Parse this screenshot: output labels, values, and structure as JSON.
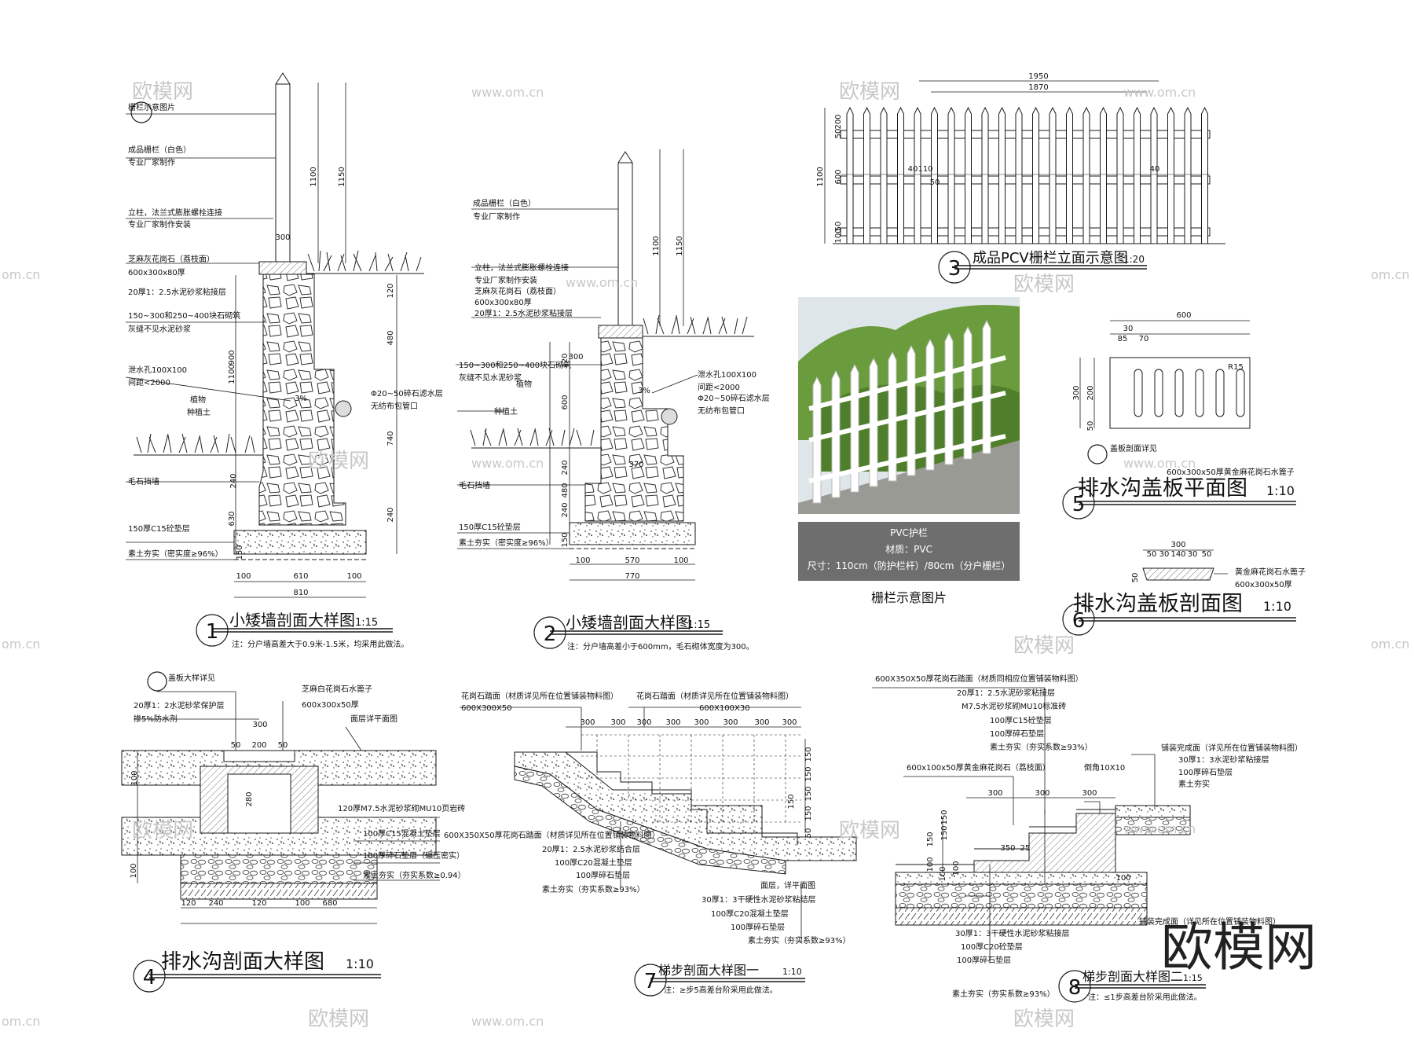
{
  "watermark": {
    "brand": "欧模网",
    "site": "www.om.cn",
    "edge": "om.cn"
  },
  "colors": {
    "line": "#1a1a1a",
    "hatch": "#555555",
    "fill": "#d9d9d9",
    "photo_sky": "#dfe6ea",
    "photo_leaf": "#6a9b3c",
    "caption_bg": "#6e6e6e"
  },
  "d1": {
    "num": "1",
    "title": "小矮墙剖面大样图",
    "scale": "1:15",
    "note": "注：分户墙高差大于0.9米-1.5米，均采用此做法。",
    "labels": [
      "栅栏示意图片",
      "成品栅栏（白色）",
      "专业厂家制作",
      "立柱，法兰式膨胀螺栓连接",
      "专业厂家制作安装",
      "芝麻灰花岗石（荔枝面）",
      "600x300x80厚",
      "20厚1：2.5水泥砂浆粘接层",
      "150~300和250~400块石砌筑",
      "灰缝不见水泥砂浆",
      "泄水孔100X100",
      "间距<2000",
      "植物",
      "种植土",
      "毛石挡墙",
      "150厚C15砼垫层",
      "素土夯实（密实度≥96%）",
      "Φ20~50碎石滤水层",
      "无纺布包管口"
    ],
    "dims": [
      "1100",
      "1150",
      "300",
      "120",
      "480",
      "900",
      "1100",
      "740",
      "240",
      "630",
      "240",
      "150",
      "100",
      "610",
      "100",
      "810",
      "3%"
    ]
  },
  "d2": {
    "num": "2",
    "title": "小矮墙剖面大样图",
    "scale": "1:15",
    "note": "注：分户墙高差小于600mm，毛石砌体宽度为300。",
    "labels": [
      "成品栅栏（白色）",
      "专业厂家制作",
      "立柱，法兰式膨胀螺栓连接",
      "专业厂家制作安装",
      "芝麻灰花岗石（荔枝面）",
      "600x300x80厚",
      "20厚1：2.5水泥砂浆粘接层",
      "150~300和250~400块石砌筑",
      "灰缝不见水泥砂浆",
      "植物",
      "种植土",
      "泄水孔100X100",
      "间距<2000",
      "Φ20~50碎石滤水层",
      "无纺布包管口",
      "毛石挡墙",
      "150厚C15砼垫层",
      "素土夯实（密实度≥96%）"
    ],
    "dims": [
      "1100",
      "1150",
      "120",
      "600",
      "240",
      "480",
      "240",
      "150",
      "370",
      "100",
      "570",
      "100",
      "770",
      "300",
      "3%"
    ]
  },
  "d3": {
    "num": "3",
    "title": "成品PCV栅栏立面示意图",
    "scale": "1:20",
    "dims": [
      "1950",
      "1870",
      "1100",
      "50",
      "200",
      "600",
      "50",
      "100",
      "40",
      "110",
      "50",
      "40"
    ]
  },
  "photo": {
    "lines": [
      "PVC护栏",
      "材质：PVC",
      "尺寸：110cm（防护栏杆）/80cm（分户栅栏）"
    ],
    "title": "栅栏示意图片"
  },
  "d5": {
    "num": "5",
    "title": "排水沟盖板平面图",
    "scale": "1:10",
    "labels": [
      "盖板剖面详见",
      "600x300x50厚黄金麻花岗石水篦子"
    ],
    "dims": [
      "600",
      "30",
      "85",
      "70",
      "300",
      "200",
      "50",
      "R15"
    ]
  },
  "d6": {
    "num": "6",
    "title": "排水沟盖板剖面图",
    "scale": "1:10",
    "labels": [
      "黄金麻花岗石水篦子",
      "600x300x50厚"
    ],
    "dims": [
      "300",
      "50",
      "30",
      "140",
      "30",
      "50",
      "50"
    ]
  },
  "d4": {
    "num": "4",
    "title": "排水沟剖面大样图",
    "scale": "1:10",
    "labels": [
      "盖板大样详见",
      "芝麻白花岗石水篦子",
      "600x300x50厚",
      "20厚1：2水泥砂浆保护层",
      "掺5%防水剂",
      "面层详平面图",
      "120厚M7.5水泥砂浆砌MU10页岩砖",
      "100厚C15混凝土垫层",
      "100厚碎石垫层（碾压密实）",
      "素土夯实（夯实系数≥0.94）"
    ],
    "dims": [
      "300",
      "50",
      "200",
      "50",
      "280",
      "100",
      "100",
      "120",
      "240",
      "120",
      "100",
      "680"
    ]
  },
  "d7": {
    "num": "7",
    "title": "梯步剖面大样图一",
    "scale": "1:10",
    "note": "注：≥步5高差台阶采用此做法。",
    "labels": [
      "花岗石踏面（材质详见所在位置铺装物料图）",
      "600X300X50",
      "花岗石踏面（材质详见所在位置铺装物料图）",
      "600X100X30",
      "600X350X50厚花岗石踏面（材质详见所在位置铺装物料图）",
      "20厚1：2.5水泥砂浆结合层",
      "100厚C20混凝土垫层",
      "100厚碎石垫层",
      "素土夯实（夯实系数≥93%）",
      "面层，详平面图",
      "30厚1：3干硬性水泥砂浆粘结层",
      "100厚C20混凝土垫层",
      "100厚碎石垫层",
      "素土夯实（夯实系数≥93%）"
    ],
    "dims": [
      "300",
      "300",
      "300",
      "300",
      "300",
      "300",
      "300",
      "300",
      "150",
      "150",
      "150",
      "150",
      "150",
      "50"
    ]
  },
  "d8": {
    "num": "8",
    "title": "梯步剖面大样图二",
    "scale": "1:15",
    "note": "注：≤1步高差台阶采用此做法。",
    "labels": [
      "600X350X50厚花岗石踏面（材质同相应位置铺装物料图）",
      "20厚1：2.5水泥砂浆粘接层",
      "M7.5水泥砂浆砌MU10标准砖",
      "100厚C15砼垫层",
      "100厚碎石垫层",
      "素土夯实（夯实系数≥93%）",
      "600x100x50厚黄金麻花岗石（荔枝面）",
      "铺装完成面（详见所在位置铺装物料图）",
      "30厚1：3水泥砂浆粘接层",
      "100厚碎石垫层",
      "素土夯实",
      "倒角10X10",
      "铺装完成面（详见所在位置铺装物料图）",
      "30厚1：3干硬性水泥砂浆粘接层",
      "100厚C20砼垫层",
      "100厚碎石垫层",
      "素土夯实（夯实系数≥93%）"
    ],
    "dims": [
      "300",
      "300",
      "300",
      "350",
      "25",
      "150",
      "150",
      "150",
      "100",
      "100",
      "100",
      "100"
    ]
  }
}
